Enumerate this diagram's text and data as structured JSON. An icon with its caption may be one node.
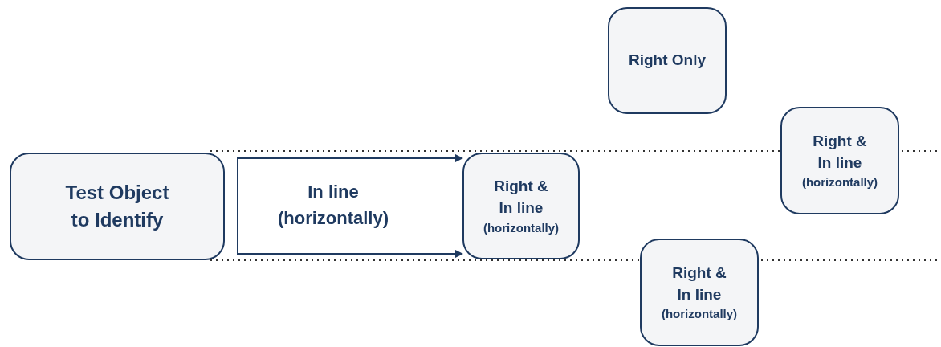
{
  "diagram": {
    "nodes": [
      {
        "text": [
          "Test Object to Identify"
        ]
      },
      {
        "text": [
          "Right & In line",
          "(horizontally)"
        ]
      },
      {
        "text": [
          "Right Only"
        ]
      },
      {
        "text": [
          "Right & In line",
          "(horizontally)"
        ]
      },
      {
        "text": [
          "Right & In line",
          "(horizontally)"
        ]
      }
    ],
    "edges": [
      {
        "from": null,
        "to": 1,
        "arrow": "to"
      },
      {
        "from": null,
        "to": 1,
        "arrow": "to"
      }
    ],
    "labels": [
      "In line (horizontally)"
    ]
  }
}
